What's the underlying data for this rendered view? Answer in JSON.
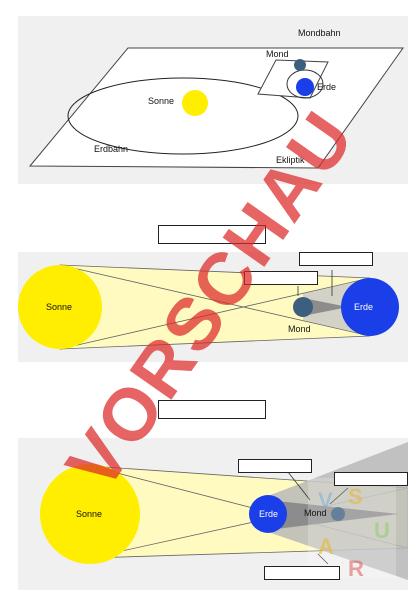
{
  "panel_top": {
    "labels": {
      "mondbahn": "Mondbahn",
      "mond": "Mond",
      "sonne": "Sonne",
      "erde": "Erde",
      "erdbahn": "Erdbahn",
      "ekliptik": "Ekliptik"
    }
  },
  "panel_middle": {
    "labels": {
      "sonne": "Sonne",
      "erde": "Erde",
      "mond": "Mond"
    }
  },
  "panel_bottom": {
    "labels": {
      "sonne": "Sonne",
      "erde": "Erde",
      "mond": "Mond"
    }
  },
  "watermark": "VORSCHAU",
  "colors": {
    "sun": "#ffee00",
    "earth": "#1a3ee8",
    "moon": "#3c5f80",
    "panel_bg": "#f0f0f0",
    "light_cone": "#fffbc0",
    "shadow": "#a8a8a8",
    "watermark": "#dc2828"
  }
}
